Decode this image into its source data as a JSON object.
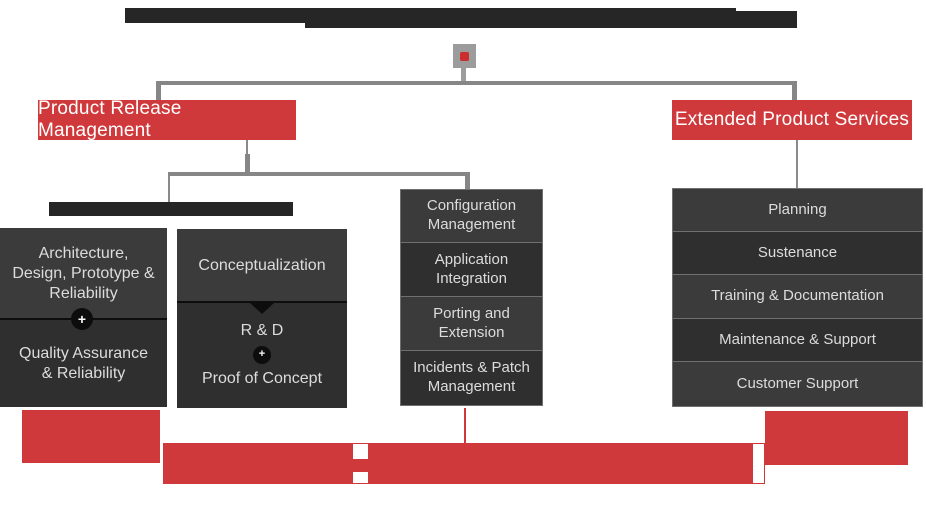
{
  "branches": {
    "left": {
      "label": "Product Release Management"
    },
    "right": {
      "label": "Extended Product Services"
    }
  },
  "left_group": {
    "card1": {
      "top_label": "Architecture, Design, Prototype & Reliability",
      "plus": "+",
      "bottom_label": "Quality Assurance & Reliability"
    },
    "card2": {
      "top_label": "Conceptualization",
      "item1": "R & D",
      "plus": "+",
      "item2": "Proof of Concept"
    }
  },
  "middle_column": {
    "cells": [
      "Configuration Management",
      "Application Integration",
      "Porting and Extension",
      "Incidents & Patch Management"
    ]
  },
  "right_column": {
    "cells": [
      "Planning",
      "Sustenance",
      "Training & Documentation",
      "Maintenance & Support",
      "Customer Support"
    ]
  },
  "colors": {
    "accent_red": "#d0393b",
    "card_dark": "#3b3b3b",
    "card_darker": "#2f2f2f",
    "connector_gray": "#868686",
    "redaction_black": "#262626",
    "text_light": "#dcdcdc",
    "root_dot_red": "#cc2d2d"
  },
  "icons": {
    "root_marker": "red-square-dot",
    "plus": "plus-in-circle",
    "down_arrow": "triangle-down"
  }
}
